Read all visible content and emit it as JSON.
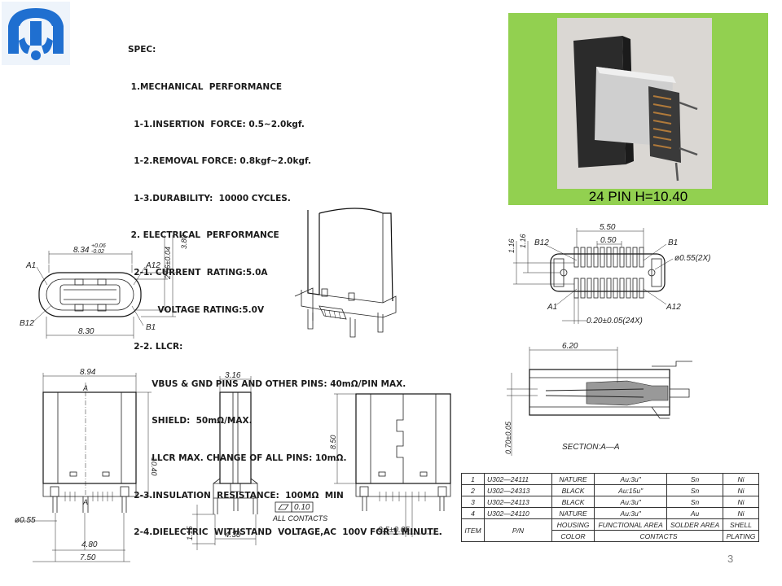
{
  "spec": {
    "lines": [
      "SPEC:",
      " 1.MECHANICAL  PERFORMANCE",
      "  1-1.INSERTION  FORCE: 0.5~2.0kgf.",
      "  1-2.REMOVAL FORCE: 0.8kgf~2.0kgf.",
      "  1-3.DURABILITY:  10000 CYCLES.",
      " 2. ELECTRICAL  PERFORMANCE",
      "  2-1. CURRENT  RATING:5.0A",
      "          VOLTAGE RATING:5.0V",
      "  2-2. LLCR:",
      "        VBUS & GND PINS AND OTHER PINS: 40mΩ/PIN MAX.",
      "        SHIELD:  50mΩ/MAX.",
      "        LLCR MAX. CHANGE OF ALL PINS: 10mΩ.",
      "  2-3.INSULATION  RESISTANCE:  100MΩ  MIN",
      "  2-4.DIELECTRIC  WITHSTAND  VOLTAGE,AC  100V FOR 1 MINUTE."
    ]
  },
  "photo": {
    "caption": "24 PIN H=10.40",
    "panel_color": "#92d050"
  },
  "drawing": {
    "front_view": {
      "width_top": "8.34",
      "tol_plus": "+0.06",
      "tol_minus": "-0.02",
      "width_bottom": "8.30",
      "height_inner": "2.56±0.04",
      "height_outer": "3.80",
      "label_a1": "A1",
      "label_a12": "A12",
      "label_b12": "B12",
      "label_b1": "B1"
    },
    "pad_layout": {
      "width_overall": "5.50",
      "pitch": "0.50",
      "height_1": "1.16",
      "height_2": "1.16",
      "hole_dia": "ø0.55(2X)",
      "pad_width": "0.20±0.05(24X)",
      "label_b12": "B12",
      "label_b1": "B1",
      "label_a1": "A1",
      "label_a12": "A12"
    },
    "section_view": {
      "length": "6.20",
      "height": "0.70±0.05",
      "caption": "SECTION:A—A"
    },
    "front_full_view": {
      "width_top": "8.94",
      "height": "10.40",
      "pin_dia": "ø0.55",
      "pin_span_inner": "4.80",
      "pin_span_outer": "7.50",
      "section_mark": "A"
    },
    "side_view": {
      "thickness": "3.16",
      "lead_height": "1.15",
      "lead_span": "4.30"
    },
    "back_view": {
      "height": "8.50",
      "pin_pitch": "0.5±0.05"
    },
    "flatness": {
      "value": "0.10",
      "note": "ALL  CONTACTS"
    }
  },
  "table": {
    "rows": [
      {
        "item": "1",
        "pn": "U302—24111",
        "color": "NATURE",
        "functional": "Au:3u\"",
        "solder": "Sn",
        "shell": "Ni"
      },
      {
        "item": "2",
        "pn": "U302—24313",
        "color": "BLACK",
        "functional": "Au:15u\"",
        "solder": "Sn",
        "shell": "Ni"
      },
      {
        "item": "3",
        "pn": "U302—24113",
        "color": "BLACK",
        "functional": "Au:3u\"",
        "solder": "Sn",
        "shell": "Ni"
      },
      {
        "item": "4",
        "pn": "U302—24110",
        "color": "NATURE",
        "functional": "Au:3u\"",
        "solder": "Au",
        "shell": "Ni"
      }
    ],
    "header": {
      "item": "ITEM",
      "pn": "P/N",
      "housing": "HOUSING",
      "color": "COLOR",
      "functional_area": "FUNCTIONAL AREA",
      "solder_area": "SOLDER AREA",
      "contacts": "CONTACTS",
      "shell": "SHELL",
      "plating": "PLATING"
    }
  },
  "page_number": "3",
  "logo_color": "#1f6fd0"
}
